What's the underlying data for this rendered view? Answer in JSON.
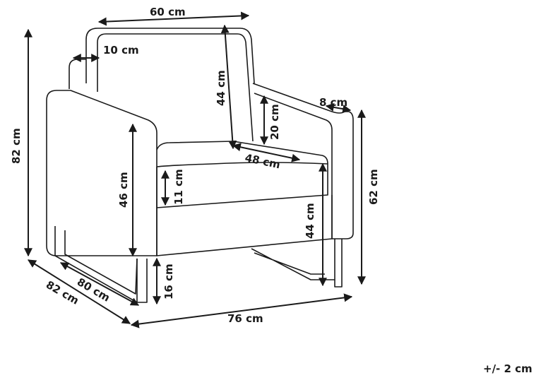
{
  "diagram": {
    "type": "armchair-dimension-drawing",
    "dimensions": {
      "total_width": "60 cm",
      "back_frame": "10 cm",
      "back_height": "44 cm",
      "backrest_inner_height": "20 cm",
      "arm_width": "8 cm",
      "total_height": "82 cm",
      "seat_depth": "48 cm",
      "arm_side_height": "46 cm",
      "cushion_thickness": "11 cm",
      "seat_height": "44 cm",
      "arm_height": "62 cm",
      "inner_depth": "80 cm",
      "total_depth": "82 cm",
      "leg_height": "16 cm",
      "overall_width": "76 cm"
    },
    "tolerance": "+/- 2 cm"
  }
}
